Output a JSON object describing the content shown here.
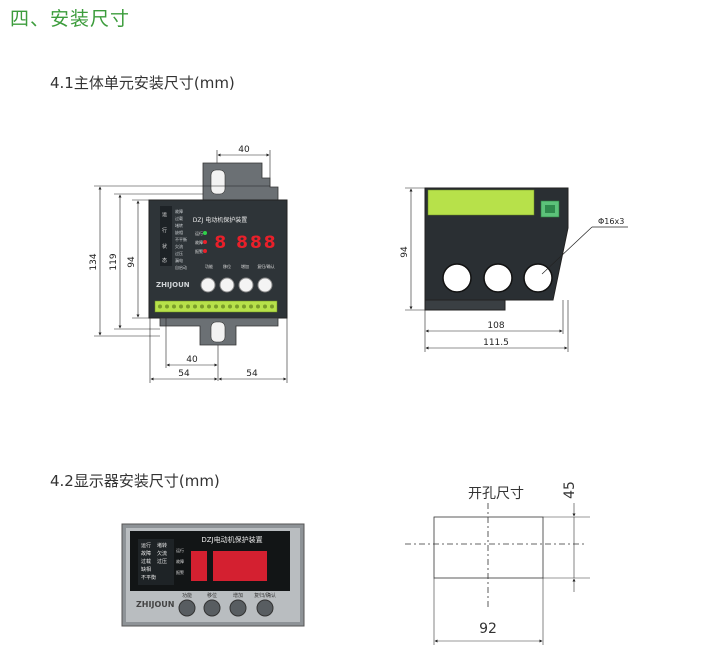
{
  "section_title": "四、安装尺寸",
  "sub1": "4.1主体单元安装尺寸(mm)",
  "sub2": "4.2显示器安装尺寸(mm)",
  "front": {
    "device_title": "DZJ 电动机保护装置",
    "display": "8 888",
    "brand": "ZHIJOUN",
    "buttons": [
      "功能",
      "移位",
      "增加",
      "复归/确认"
    ],
    "dims": {
      "top_width": "40",
      "height_total": "134",
      "height_mid": "119",
      "height_inner": "94",
      "bottom_mid": "40",
      "bottom_left": "54",
      "bottom_right": "54"
    }
  },
  "side": {
    "height": "94",
    "width_inner": "108",
    "width_total": "111.5",
    "hole_label": "Φ16x3"
  },
  "display_unit": {
    "device_title": "DZJ电动机保护装置",
    "brand": "ZHIJOUN",
    "buttons": [
      "功能",
      "移位",
      "增加",
      "复归/确认"
    ]
  },
  "cutout": {
    "title": "开孔尺寸",
    "height": "45",
    "width": "92"
  },
  "colors": {
    "title_green": "#3c9c3c",
    "device_body": "#2e3438",
    "terminal_green": "#b7e14a",
    "led_red": "#e8202a"
  }
}
